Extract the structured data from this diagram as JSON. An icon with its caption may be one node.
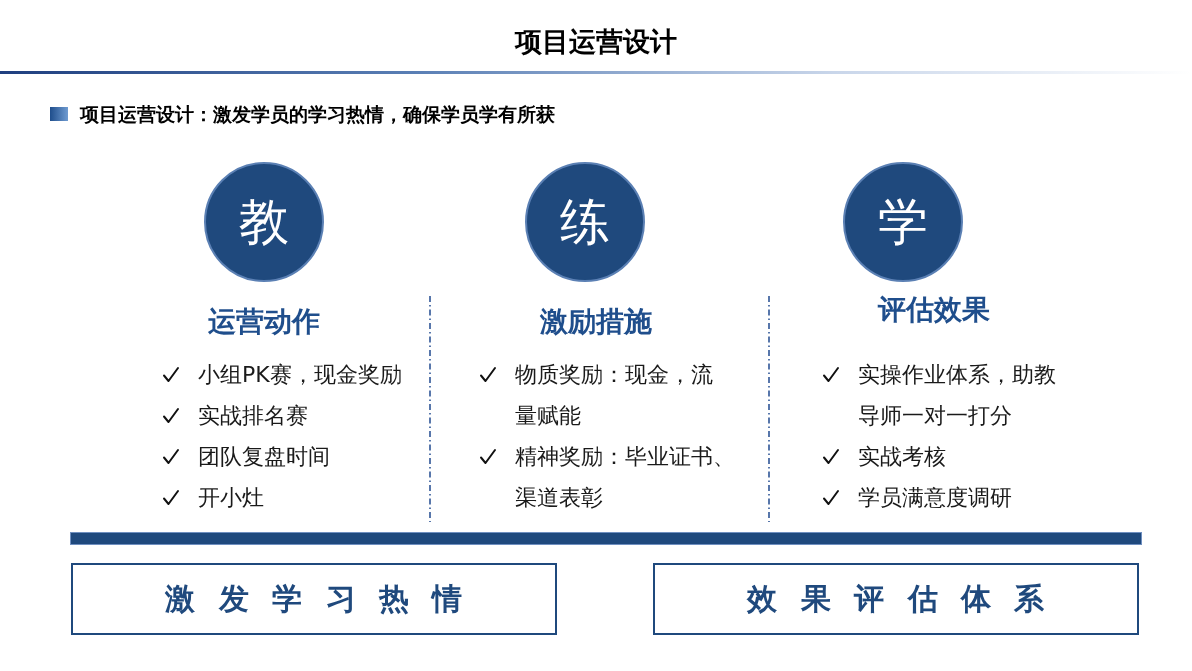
{
  "diagram": {
    "title": "项目运营设计",
    "nodes": [
      {
        "text": [
          "教"
        ],
        "beside": [
          "运营动作"
        ]
      },
      {
        "text": [
          "练"
        ],
        "beside": [
          "激励措施"
        ]
      },
      {
        "text": [
          "学"
        ],
        "beside": [
          "评估效果"
        ]
      },
      {
        "text": [
          "激发学习热情"
        ]
      },
      {
        "text": [
          "效果评估体系"
        ]
      }
    ],
    "labels": [
      "项目运营设计：激发学员的学习热情，确保学员学有所获",
      "小组PK赛，现金奖励",
      "实战排名赛",
      "团队复盘时间",
      "开小灶",
      "物质奖励：现金，流量赋能",
      "精神奖励：毕业证书、渠道表彰",
      "实操作业体系，助教导师一对一打分",
      "实战考核",
      "学员满意度调研"
    ]
  }
}
